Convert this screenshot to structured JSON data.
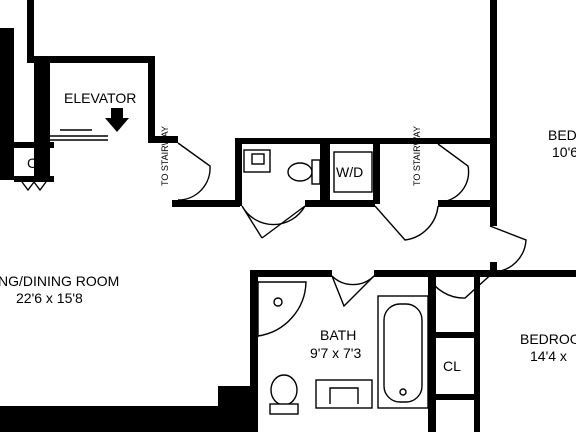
{
  "labels": {
    "elevator": "ELEVATOR",
    "cl_left": "CL",
    "to_stairway_1": "TO STAIRWAY",
    "to_stairway_2": "TO STAIRWAY",
    "wd": "W/D",
    "bedroom_top": "BED",
    "bedroom_top_dim": "10'6",
    "living_name": "NG/DINING ROOM",
    "living_dim": "22'6 x 15'8",
    "bath_name": "BATH",
    "bath_dim": "9'7 x 7'3",
    "cl_right": "CL",
    "bedroom_right": "BEDROO",
    "bedroom_right_dim": "14'4 x"
  },
  "colors": {
    "wall": "#000000",
    "background": "#ffffff"
  }
}
